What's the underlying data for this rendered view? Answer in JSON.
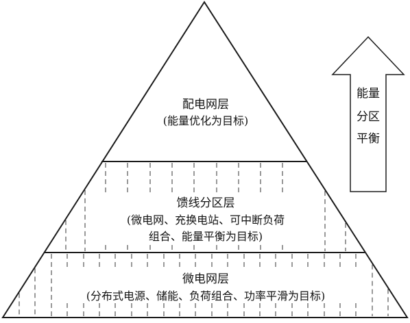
{
  "diagram": {
    "layers": [
      {
        "title": "配电网层",
        "subtitle": [
          "(能量优化为目标)"
        ]
      },
      {
        "title": "馈线分区层",
        "subtitle": [
          "(微电网、充换电站、可中断负荷",
          "组合、能量平衡为目标)"
        ]
      },
      {
        "title": "微电网层",
        "subtitle": [
          "(分布式电源、储能、负荷组合、功率平滑为目标)"
        ]
      }
    ],
    "arrow": {
      "lines": [
        "能量",
        "分区",
        "平衡"
      ]
    },
    "colors": {
      "stroke": "#1a1a1a",
      "dash": "#333333",
      "background": "#ffffff"
    }
  }
}
